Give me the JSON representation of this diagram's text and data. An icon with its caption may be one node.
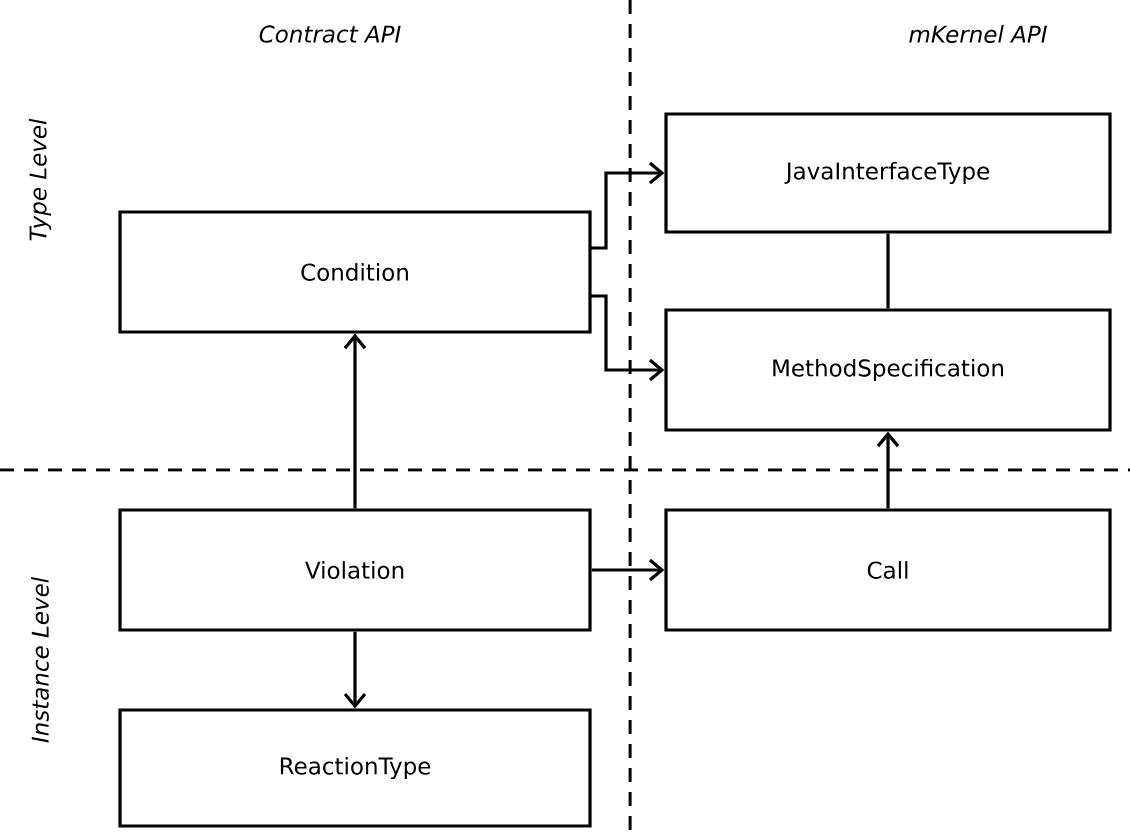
{
  "diagram": {
    "nodes": [
      {
        "text": [
          "Condition"
        ]
      },
      {
        "text": [
          "JavaInterfaceType"
        ]
      },
      {
        "text": [
          "MethodSpecification"
        ]
      },
      {
        "text": [
          "Violation"
        ]
      },
      {
        "text": [
          "Call"
        ]
      },
      {
        "text": [
          "ReactionType"
        ]
      }
    ],
    "edges": [
      {
        "from": 3,
        "to": 0,
        "arrow": "to"
      },
      {
        "from": 0,
        "to": 1,
        "arrow": "to"
      },
      {
        "from": 0,
        "to": 2,
        "arrow": "to"
      },
      {
        "from": 1,
        "to": 2,
        "arrow": "none"
      },
      {
        "from": 4,
        "to": 2,
        "arrow": "to"
      },
      {
        "from": 3,
        "to": 4,
        "arrow": "to"
      },
      {
        "from": 3,
        "to": 5,
        "arrow": "to"
      }
    ],
    "labels": [
      "Contract API",
      "mKernel API",
      "Type Level",
      "Instance Level"
    ]
  }
}
